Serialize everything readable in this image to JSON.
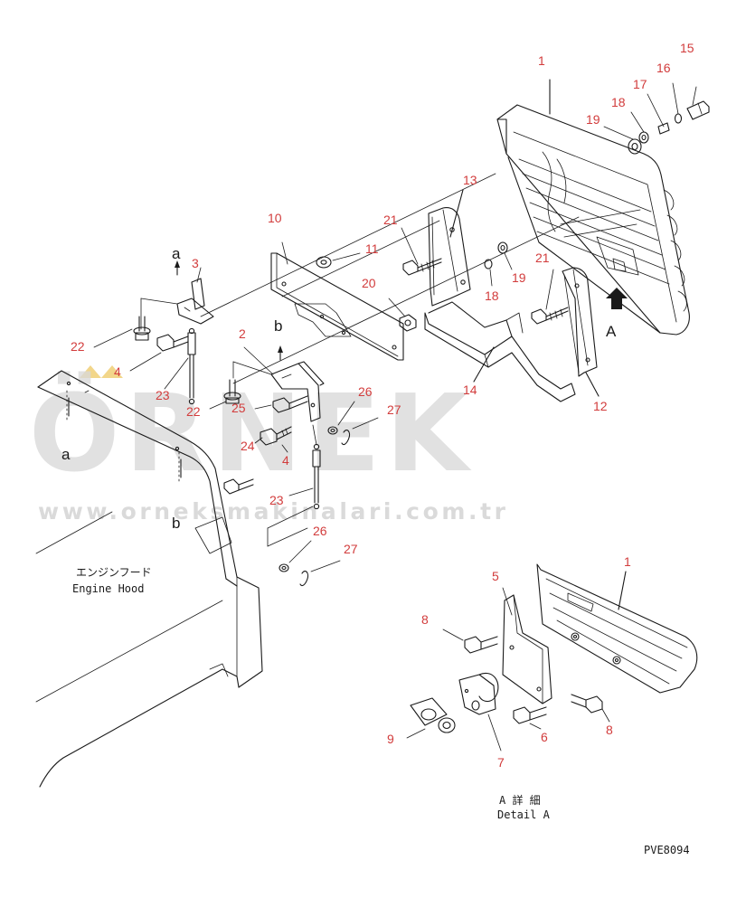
{
  "labels": {
    "n1": "1",
    "n1b": "1",
    "n2": "2",
    "n3": "3",
    "n4a": "4",
    "n4b": "4",
    "n5": "5",
    "n6": "6",
    "n7": "7",
    "n8a": "8",
    "n8b": "8",
    "n9": "9",
    "n10": "10",
    "n11": "11",
    "n12": "12",
    "n13": "13",
    "n14": "14",
    "n15": "15",
    "n16": "16",
    "n17": "17",
    "n18a": "18",
    "n18b": "18",
    "n19a": "19",
    "n19b": "19",
    "n20": "20",
    "n21a": "21",
    "n21b": "21",
    "n22a": "22",
    "n22b": "22",
    "n23a": "23",
    "n23b": "23",
    "n24": "24",
    "n25": "25",
    "n26a": "26",
    "n26b": "26",
    "n27a": "27",
    "n27b": "27"
  },
  "letters": {
    "a_top": "a",
    "a_bottom": "a",
    "b_top": "b",
    "b_bottom": "b",
    "view_a": "A"
  },
  "texts": {
    "engine_hood_jp": "エンジンフード",
    "engine_hood_en": "Engine Hood",
    "detail_jp": "A 詳 細",
    "detail_en": "Detail A",
    "drawing_code": "PVE8094"
  },
  "watermark": {
    "brand": "ÖRNEK",
    "url": "www.orneksmakinalari.com.tr",
    "color": "#d8d8d8",
    "accent": "#f2d68a"
  },
  "colors": {
    "line": "#1a1a1a",
    "callout": "#d23c3c",
    "background": "#ffffff"
  }
}
